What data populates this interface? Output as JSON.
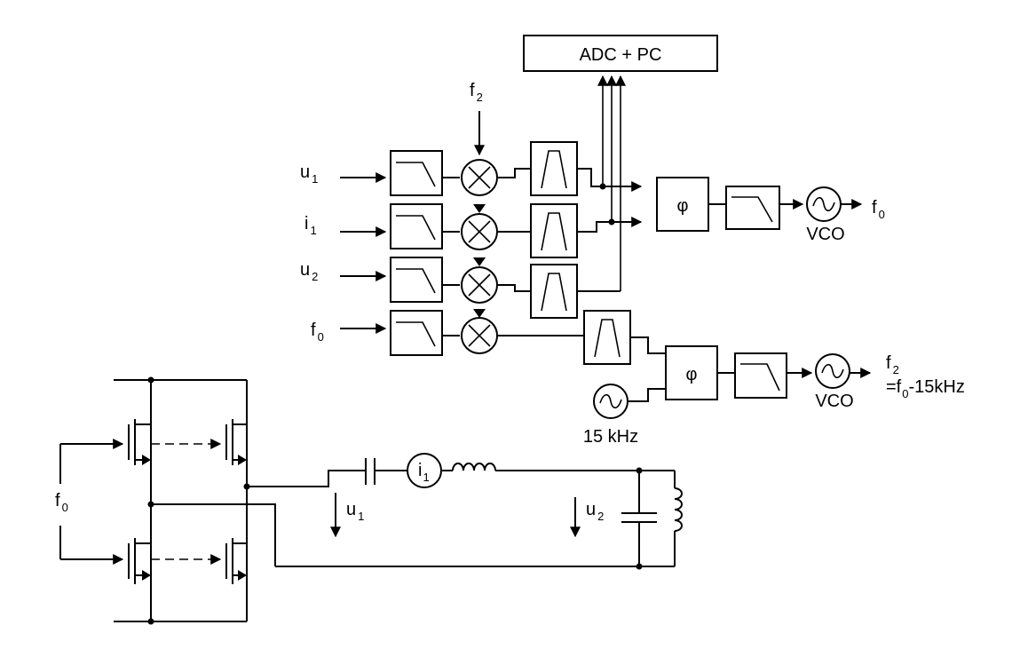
{
  "adc_label": "ADC + PC",
  "phi": "φ",
  "inputs": {
    "u1": {
      "base": "u",
      "sub": "1"
    },
    "i1": {
      "base": "i",
      "sub": "1"
    },
    "u2": {
      "base": "u",
      "sub": "2"
    },
    "f0": {
      "base": "f",
      "sub": "0"
    }
  },
  "mixer_lo": {
    "base": "f",
    "sub": "2"
  },
  "vco_label": "VCO",
  "vco1_output": {
    "base": "f",
    "sub": "0"
  },
  "vco2_output": {
    "base": "f",
    "sub": "2"
  },
  "vco2_output_formula": {
    "pre": "=f",
    "sub": "0",
    "post": "-15kHz"
  },
  "ref_osc_label": "15 kHz",
  "circuit": {
    "gate_drive": {
      "base": "f",
      "sub": "0"
    },
    "current_meter": {
      "base": "i",
      "sub": "1"
    },
    "voltage_u1": {
      "base": "u",
      "sub": "1"
    },
    "voltage_u2": {
      "base": "u",
      "sub": "2"
    }
  }
}
